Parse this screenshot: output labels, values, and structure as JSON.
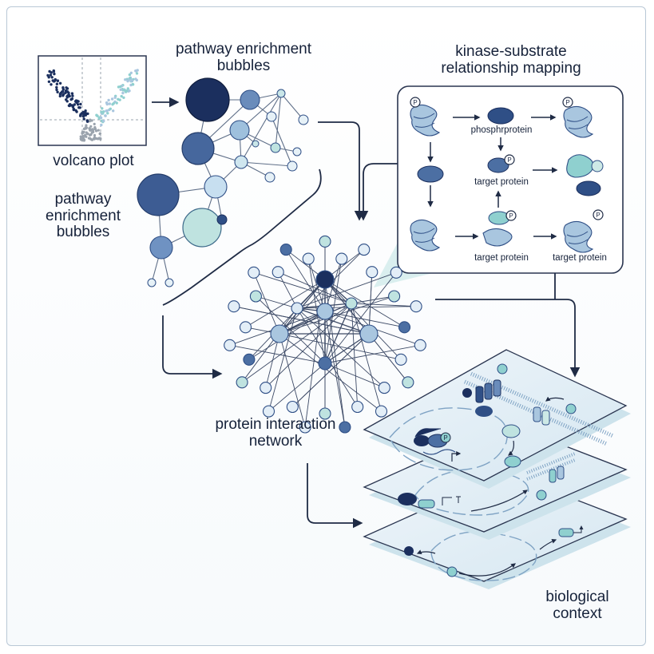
{
  "labels": {
    "volcano_plot": "volcano plot",
    "pathway_bubbles_top": [
      "pathway enrichment",
      "bubbles"
    ],
    "pathway_bubbles_left": [
      "pathway",
      "enrichment",
      "bubbles"
    ],
    "kinase_mapping": [
      "kinase-substrate",
      "relationship mapping"
    ],
    "protein_network": [
      "protein interaction",
      "network"
    ],
    "biological_context": [
      "biological",
      "context"
    ],
    "phospho_protein": "phosphrprotein",
    "target_protein": "target protein",
    "p_marker": "P"
  },
  "colors": {
    "navy": "#1b2f5e",
    "dark_blue": "#2f4f86",
    "mid_blue": "#5a7fb0",
    "light_blue": "#a9c6df",
    "pale_blue": "#d8e8f3",
    "teal": "#8fd0cf",
    "pale_teal": "#cde9e6",
    "gray": "#9aa3ad",
    "line": "#2a3550"
  }
}
